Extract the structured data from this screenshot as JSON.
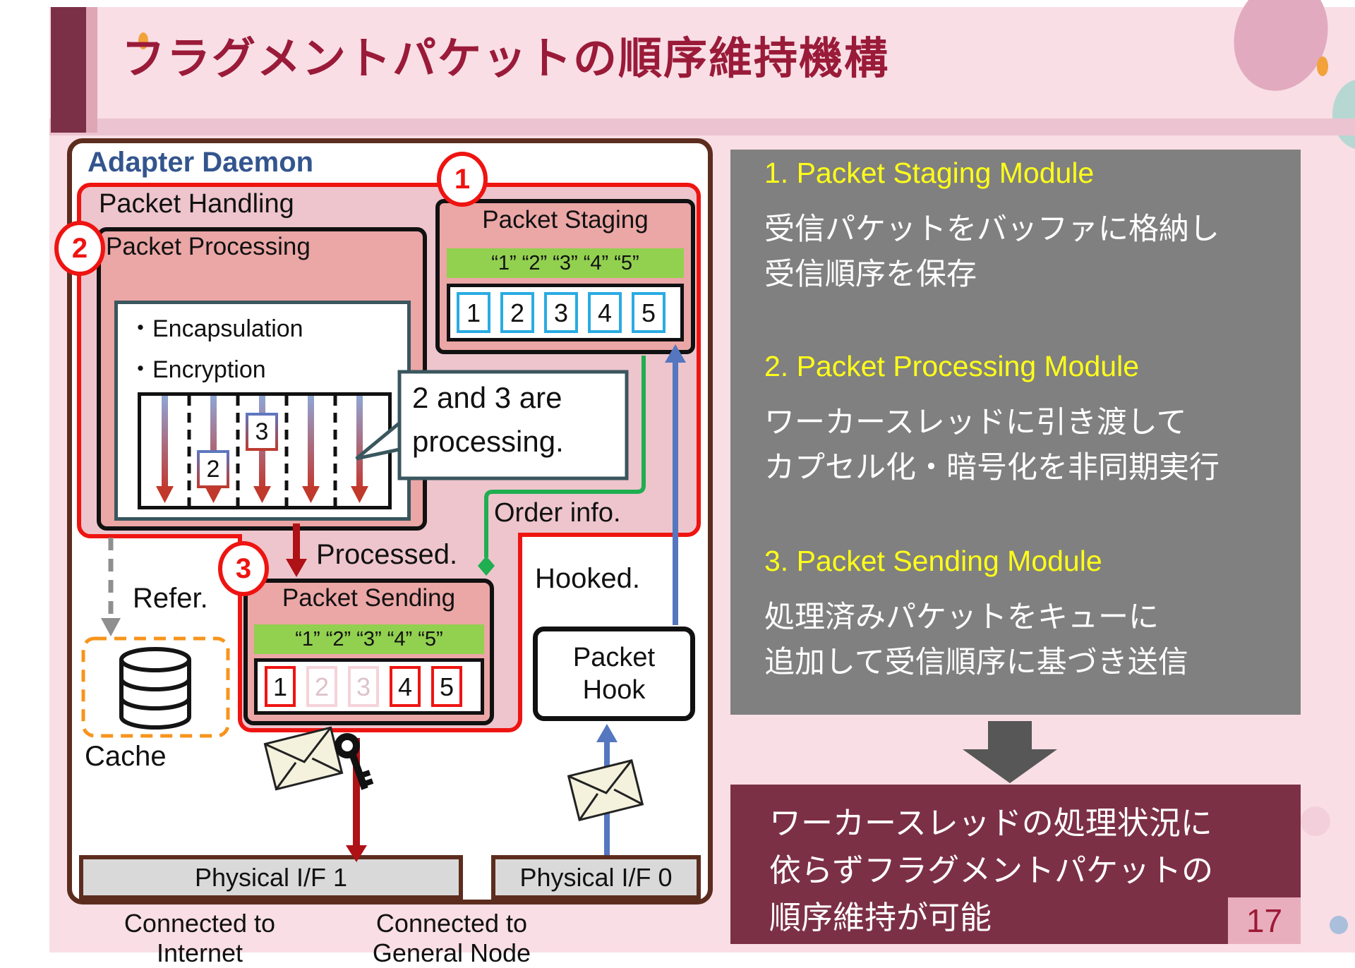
{
  "slide": {
    "title": "フラグメントパケットの順序維持機構",
    "page_number": "17"
  },
  "diagram": {
    "adapter_daemon_label": "Adapter Daemon",
    "packet_handling_label": "Packet Handling",
    "step_markers": {
      "one": "1",
      "two": "2",
      "three": "3"
    },
    "packet_staging": {
      "label": "Packet Staging",
      "order_row": "“1” “2” “3” “4” “5”",
      "queue": [
        "1",
        "2",
        "3",
        "4",
        "5"
      ]
    },
    "packet_processing": {
      "label": "Packet Processing",
      "bullets": [
        "・Encapsulation",
        "・Encryption"
      ],
      "badge_upper": "3",
      "badge_lower": "2"
    },
    "packet_sending": {
      "label": "Packet Sending",
      "order_row": "“1” “2” “3” “4” “5”",
      "queue": [
        "1",
        "2",
        "3",
        "4",
        "5"
      ]
    },
    "bubble": {
      "line1": "2 and 3 are",
      "line2": "processing."
    },
    "labels": {
      "processed": "Processed.",
      "order_info": "Order info.",
      "hooked": "Hooked.",
      "refer": "Refer.",
      "cache": "Cache"
    },
    "packet_hook": {
      "line1": "Packet",
      "line2": "Hook"
    },
    "interfaces": [
      {
        "name": "Physical I/F 1",
        "connected_line1": "Connected to",
        "connected_line2": "Internet"
      },
      {
        "name": "Physical I/F 0",
        "connected_line1": "Connected to",
        "connected_line2": "General Node"
      }
    ]
  },
  "panel": {
    "items": [
      {
        "heading": "1.  Packet Staging Module",
        "line1": "受信パケットをバッファに格納し",
        "line2": "受信順序を保存"
      },
      {
        "heading": "2.  Packet Processing Module",
        "line1": "ワーカースレッドに引き渡して",
        "line2": "カプセル化・暗号化を非同期実行"
      },
      {
        "heading": "3.  Packet Sending Module",
        "line1": "処理済みパケットをキューに",
        "line2": "追加して受信順序に基づき送信"
      }
    ]
  },
  "conclusion": {
    "line1": "ワーカースレッドの処理状況に",
    "line2": "依らずフラグメントパケットの",
    "line3": "順序維持が可能"
  },
  "colors": {
    "slide_bg": "#f9dee5",
    "title_text": "#9a1b39",
    "title_block": "#7b3048",
    "adapter_border": "#5c2d1e",
    "adapter_label": "#33558e",
    "handling_fill": "#eec5cd",
    "handling_border": "#ee1411",
    "module_fill": "#eba6a6",
    "green_bar": "#92d050",
    "staging_square_border": "#29abe2",
    "sending_square_border": "#ee1411",
    "green_line": "#1fae50",
    "blue_line": "#5577c0",
    "dark_red_arrow": "#ae1116",
    "teal_border": "#3a565e",
    "cache_border": "#f7941d",
    "panel_bg": "#808080",
    "panel_heading": "#ffff1a",
    "conclusion_bg": "#7c3046",
    "page_box_bg": "#e9aebd",
    "iface_fill": "#d9d9d9"
  }
}
